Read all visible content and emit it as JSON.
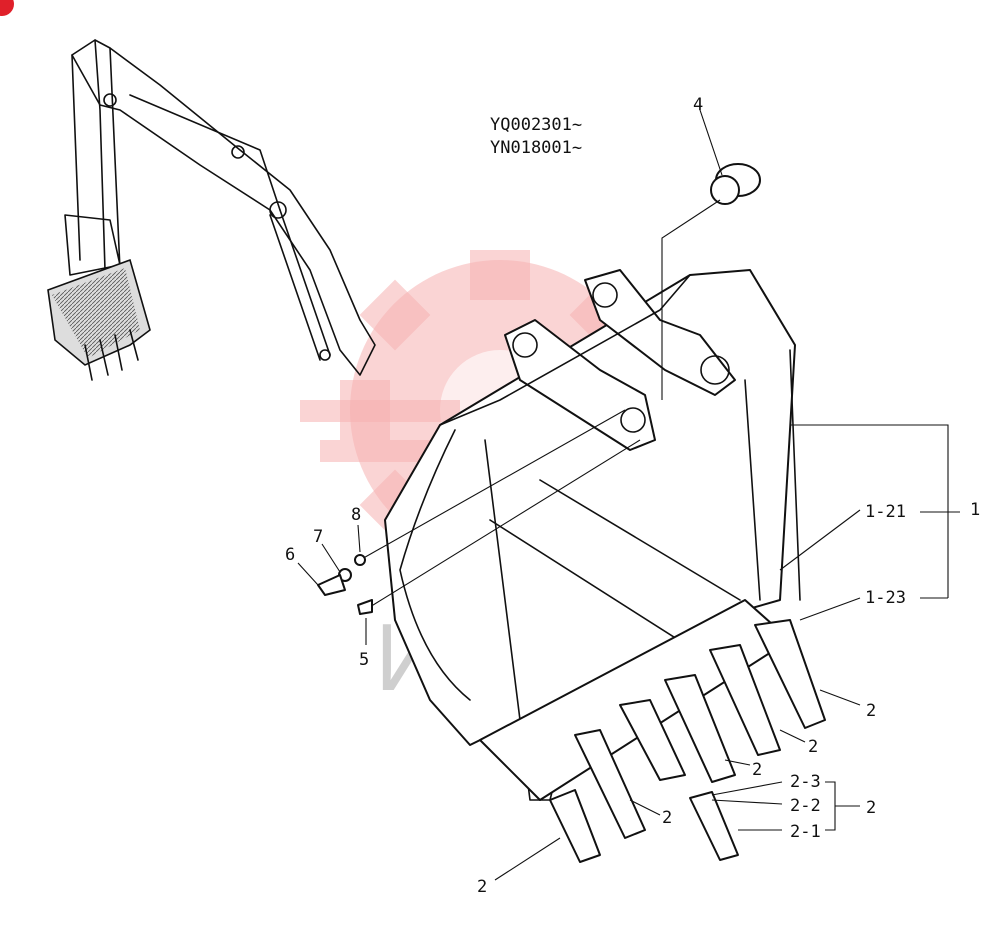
{
  "serials": [
    "YQ002301~",
    "YN018001~"
  ],
  "watermark": {
    "text": "ИНТЕХ",
    "color": "#f6b0b0",
    "text_color": "#cfcfcf"
  },
  "corner_badge": {
    "color": "#e0202a",
    "icon": "badge-icon"
  },
  "callouts": {
    "c1": "1",
    "c1_21": "1-21",
    "c1_23": "1-23",
    "c2_right": "2",
    "c2_mid_right": "2",
    "c2_mid": "2",
    "c2_center": "2",
    "c2_bottom": "2",
    "c2_group": "2",
    "c2_1": "2-1",
    "c2_2": "2-2",
    "c2_3": "2-3",
    "c4": "4",
    "c5": "5",
    "c6": "6",
    "c7": "7",
    "c8": "8"
  }
}
